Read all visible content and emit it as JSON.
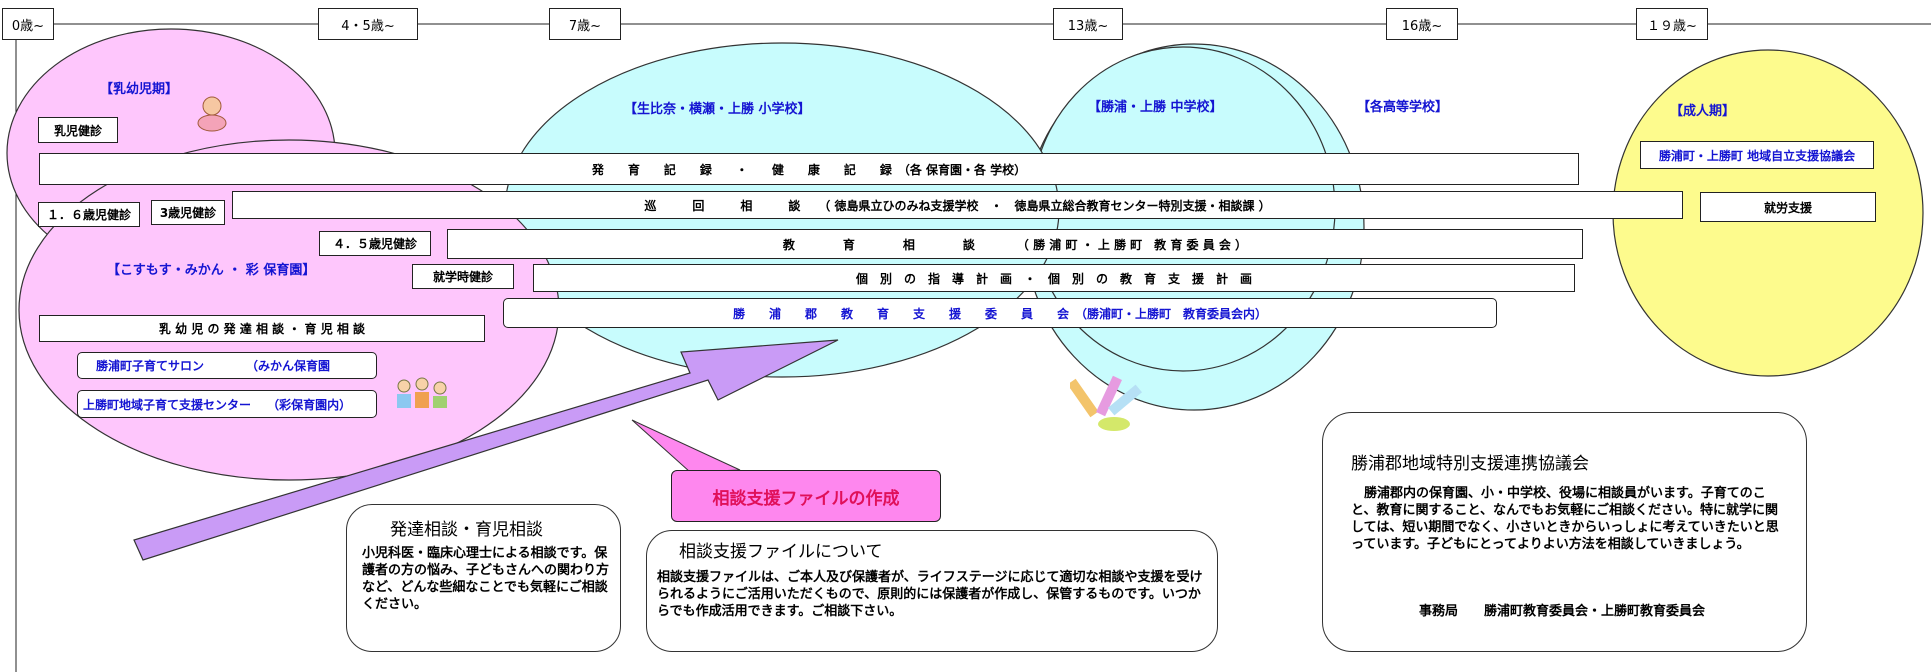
{
  "ages": [
    "0歳~",
    "4・5歳~",
    "7歳~",
    "13歳~",
    "16歳~",
    "１９歳~"
  ],
  "stages": {
    "infant": "【乳幼児期】",
    "nursery": "【こすもす・みかん ・ 彩 保育園】",
    "elementary": "【生比奈・横瀬・上勝 小学校】",
    "junior_high": "【勝浦・上勝 中学校】",
    "high_school": "【各高等学校】",
    "adult": "【成人期】"
  },
  "checkups": {
    "infant": "乳児健診",
    "age_1_6": "１．６歳児健診",
    "age_3": "3歳児健診",
    "age_4_5": "４．５歳児健診",
    "school_entry": "就学時健診"
  },
  "programs": {
    "growth_record": "発　　育　　記　　録　　・　　健　　康　　記　　録　（各 保育園・各 学校）",
    "itinerant": "巡　　　回　　　相　　　談　　（ 徳島県立ひのみね支援学校　・　徳島県立総合教育センター特別支援・相談課 ）",
    "education_consult": "教　　　　育　　　　相　　　　談　　　　（ 勝 浦 町 ・ 上 勝 町　教 育 委 員 会 ）",
    "individual_plans": "個　別　の　指　導　計　画　・　個　別　の　教　育　支　援　計　画",
    "support_committee": "勝　　浦　　郡　　教　　育　　支　　援　　委　　員　　会　（勝浦町・上勝町　教育委員会内）",
    "infant_consult": "乳 幼 児 の 発 達 相 談 ・ 育 児 相 談",
    "salon": "勝浦町子育てサロン　　　　（みかん保育園",
    "support_center": "上勝町地域子育て支援センター　 （彩保育園内）",
    "regional_council": "勝浦町・上勝町 地域自立支援協議会",
    "employment": "就労支援"
  },
  "callout": "相談支援ファイルの作成",
  "panels": {
    "consult": {
      "title": "発達相談・育児相談",
      "body": "小児科医・臨床心理士による相談です。保護者の方の悩み、子どもさんへの関わり方など、どんな些細なことでも気軽にご相談ください。"
    },
    "file": {
      "title": "相談支援ファイルについて",
      "body": "相談支援ファイルは、ご本人及び保護者が、ライフステージに応じて適切な相談や支援を受けられるようにご活用いただくもので、原則的には保護者が作成し、保管するものです。いつからでも作成活用できます。ご相談下さい。"
    },
    "council": {
      "title": "勝浦郡地域特別支援連携協議会",
      "body": "勝浦郡内の保育園、小・中学校、役場に相談員がいます。子育てのこと、教育に関すること、なんでもお気軽にご相談ください。特に就学に関しては、短い期間でなく、小さいときからいっしょに考えていきたいと思っています。子どもにとってよりよい方法を相談していきましょう。",
      "footer": "事務局　　勝浦町教育委員会・上勝町教育委員会"
    }
  },
  "colors": {
    "pink": "#fec6fc",
    "cyan": "#c8fcfd",
    "yellow": "#fdfb8d",
    "arrow": "#c99bf6",
    "callout": "#fe87ee",
    "stage_text": "#1414d2"
  }
}
